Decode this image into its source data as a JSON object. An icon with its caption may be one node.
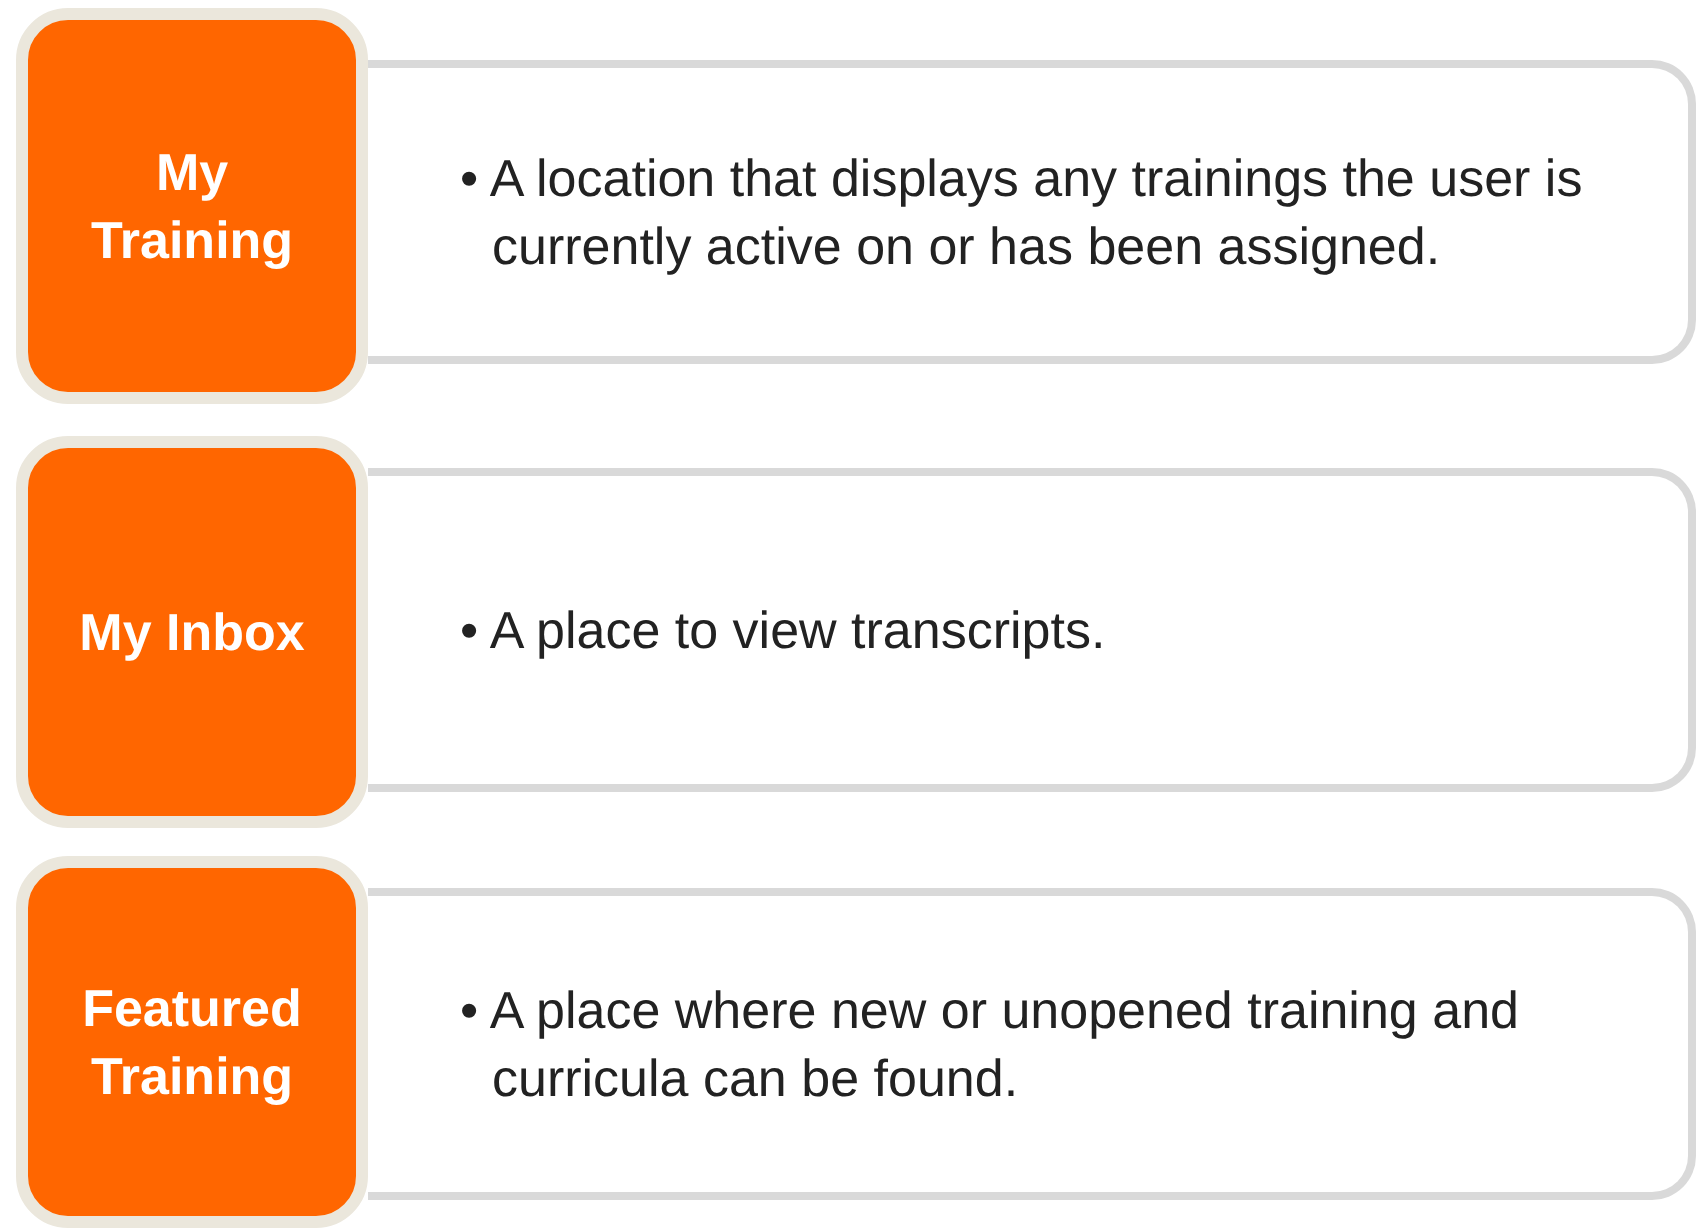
{
  "diagram": {
    "nodes": [
      {
        "text": [
          "My Training"
        ]
      },
      {
        "text": [
          "• A location that displays any trainings the user is currently active on or has been assigned."
        ]
      },
      {
        "text": [
          "My Inbox"
        ]
      },
      {
        "text": [
          "• A place to view transcripts."
        ]
      },
      {
        "text": [
          "Featured Training"
        ]
      },
      {
        "text": [
          "• A place where new or unopened training and curricula can be found."
        ]
      }
    ],
    "edges": []
  }
}
